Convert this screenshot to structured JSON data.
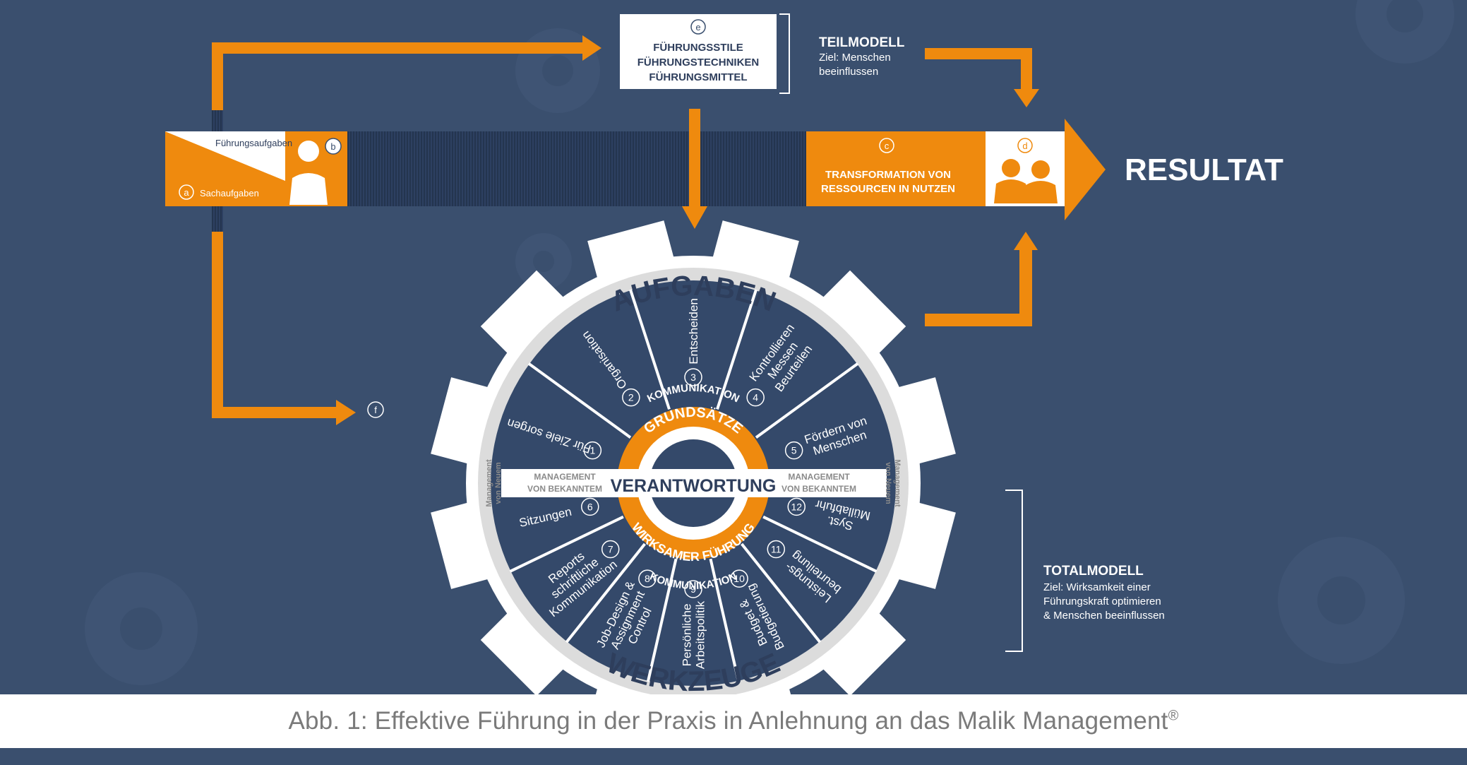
{
  "top_box": {
    "marker": "e",
    "lines": [
      "FÜHRUNGSSTILE",
      "FÜHRUNGSTECHNIKEN",
      "FÜHRUNGSMITTEL"
    ]
  },
  "teilmodell": {
    "title": "TEILMODELL",
    "lines": [
      "Ziel: Menschen",
      "beeinflussen"
    ]
  },
  "left_box": {
    "upper_label": "Führungsaufgaben",
    "upper_marker": "b",
    "lower_label": "Sachaufgaben",
    "lower_marker": "a"
  },
  "transform_box": {
    "marker": "c",
    "lines": [
      "TRANSFORMATION VON",
      "RESSOURCEN IN NUTZEN"
    ],
    "people_marker": "d"
  },
  "resultat": "RESULTAT",
  "f_marker": "f",
  "wheel": {
    "top_label": "AUFGABEN",
    "bottom_label": "WERKZEUGE",
    "center_label": "VERANTWORTUNG",
    "upper_ring_label": "GRUNDSÄTZE",
    "lower_ring_label": "WIRKSAMER FÜHRUNG",
    "kommunikation_top": "KOMMUNIKATION",
    "kommunikation_bottom": "KOMMUNIKATION",
    "bar_left": [
      "MANAGEMENT",
      "VON BEKANNTEM"
    ],
    "bar_right": [
      "MANAGEMENT",
      "VON BEKANNTEM"
    ],
    "outer_left": [
      "Management",
      "von Neuem"
    ],
    "outer_right": [
      "Management",
      "von Neuem"
    ],
    "tasks": [
      {
        "num": "1",
        "lines": [
          "Für Ziele sorgen"
        ]
      },
      {
        "num": "2",
        "lines": [
          "Organisation"
        ]
      },
      {
        "num": "3",
        "lines": [
          "Entscheiden"
        ]
      },
      {
        "num": "4",
        "lines": [
          "Kontrollieren",
          "Messen",
          "Beurteilen"
        ]
      },
      {
        "num": "5",
        "lines": [
          "Fördern von",
          "Menschen"
        ]
      }
    ],
    "tools": [
      {
        "num": "6",
        "lines": [
          "Sitzungen"
        ]
      },
      {
        "num": "7",
        "lines": [
          "Reports",
          "schriftliche",
          "Kommunikation"
        ]
      },
      {
        "num": "8",
        "lines": [
          "Job-Design &",
          "Assignment",
          "Control"
        ]
      },
      {
        "num": "9",
        "lines": [
          "Persönliche",
          "Arbeitspolitik"
        ]
      },
      {
        "num": "10",
        "lines": [
          "Budget &",
          "Budgetierung"
        ]
      },
      {
        "num": "11",
        "lines": [
          "Leistungs-",
          "beurteilung"
        ]
      },
      {
        "num": "12",
        "lines": [
          "Syst.",
          "Müllabfuhr"
        ]
      }
    ]
  },
  "totalmodell": {
    "title": "TOTALMODELL",
    "lines": [
      "Ziel: Wirksamkeit einer",
      "Führungskraft optimieren",
      "& Menschen beeinflussen"
    ]
  },
  "caption": {
    "text": "Abb. 1: Effektive Führung in der Praxis in Anlehnung an das Malik Management",
    "sup": "®"
  },
  "colors": {
    "background": "#3a4f6e",
    "orange": "#ef8a0e",
    "wheel_dark": "#34496a",
    "ring_gray": "#d9d9d9"
  }
}
